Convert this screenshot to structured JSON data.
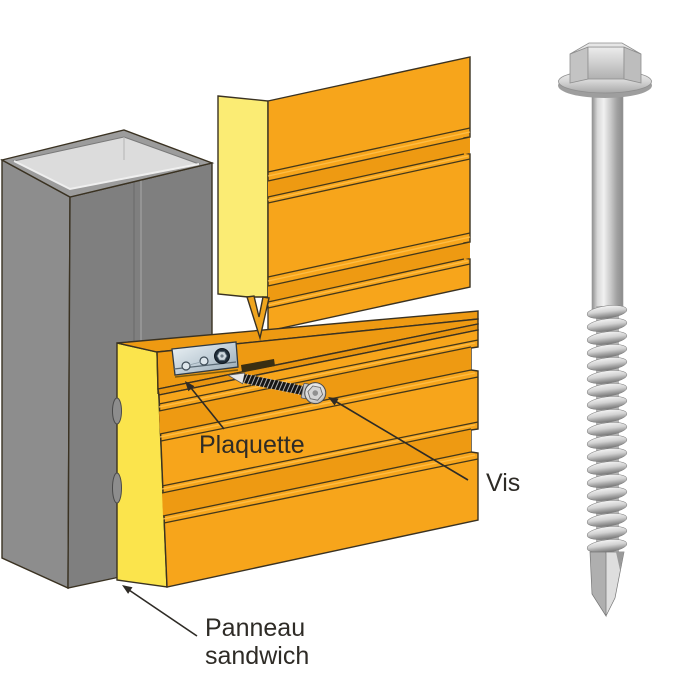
{
  "figure": {
    "background": "#FFFFFF",
    "labels": {
      "plaquette": "Plaquette",
      "vis": "Vis",
      "panneau_line1": "Panneau",
      "panneau_line2": "sandwich"
    },
    "colors": {
      "panel_face": "#F7A51B",
      "panel_shade": "#EE9A12",
      "panel_edge_upper": "#FBEC74",
      "panel_edge_lower": "#FBE44C",
      "tongue": "#F0A51E",
      "groove_line": "#44381A",
      "outline": "#3A3222",
      "column_left": "#8D8D8D",
      "column_right": "#7F7F7F",
      "column_top": "#9C9C9C",
      "column_inner": "#DCDCDC",
      "label_text": "#2E2B26",
      "plate_light": "#EEF4F7",
      "plate_dark": "#93A5B1",
      "slot_dark": "#3A2F12",
      "screw_thread_dark": "#161616",
      "metal_light": "#F1F1F1",
      "metal_mid": "#C2C2C2",
      "metal_dark": "#8A8A8A"
    }
  }
}
